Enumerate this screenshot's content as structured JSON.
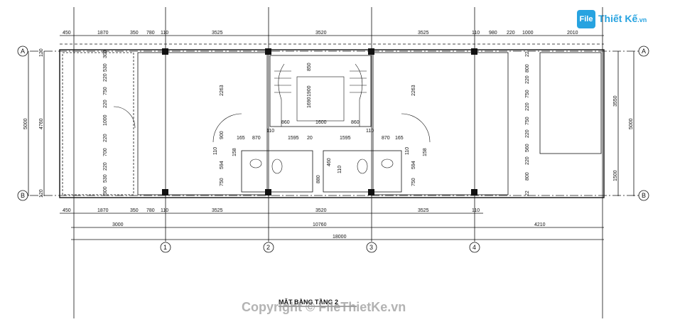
{
  "logo": {
    "mark": "File",
    "name": "Thiết Kế",
    "tld": ".vn"
  },
  "drawing_title": "MẶT BẰNG TẦNG 2",
  "watermark": "Copyright © FileThietKe.vn",
  "axes": {
    "row_a": "A",
    "row_b": "B",
    "col_1": "1",
    "col_2": "2",
    "col_3": "3",
    "col_4": "4"
  },
  "top_dims": [
    "450",
    "1870",
    "350",
    "780",
    "110",
    "3525",
    "3520",
    "3525",
    "110",
    "980",
    "220",
    "1000",
    "2010"
  ],
  "bottom_dims": [
    "450",
    "1870",
    "350",
    "780",
    "110",
    "3525",
    "3520",
    "3525",
    "110"
  ],
  "bottom_totals": [
    "3000",
    "10760",
    "4210"
  ],
  "overall": "18000",
  "left_dims": {
    "outer": "5000",
    "inner": "4760",
    "top": "120",
    "bottom": "120"
  },
  "right_dims": {
    "upper": "3550",
    "lower": "1500",
    "outer": "5000"
  },
  "stair_dims": {
    "width": "1600",
    "left": "860",
    "right": "860",
    "rise": "1690",
    "landing": "850"
  },
  "wc_dims": [
    "165",
    "870",
    "1595",
    "110",
    "20",
    "1595",
    "110",
    "870",
    "165"
  ],
  "room_side_dims": [
    "2263",
    "900",
    "110",
    "594",
    "750",
    "2263",
    "110",
    "594",
    "750",
    "158",
    "158",
    "1900",
    "460",
    "110",
    "880"
  ],
  "left_room_dims": [
    "300",
    "530",
    "220",
    "750",
    "220",
    "1000",
    "220",
    "700",
    "220",
    "530",
    "300"
  ],
  "right_room_dims": [
    "22",
    "800",
    "220",
    "750",
    "220",
    "750",
    "220",
    "560",
    "220",
    "800",
    "22"
  ]
}
